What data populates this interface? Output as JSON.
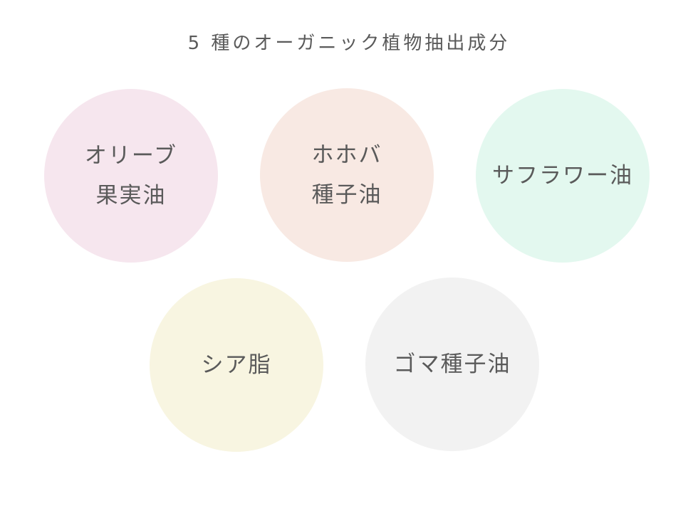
{
  "title": "5 種のオーガニック植物抽出成分",
  "ingredients": [
    {
      "lines": [
        "オリーブ",
        "果実油"
      ],
      "color": "#f6e6ee"
    },
    {
      "lines": [
        "ホホバ",
        "種子油"
      ],
      "color": "#f8e9e3"
    },
    {
      "lines": [
        "サフラワー油"
      ],
      "color": "#e3f8ef"
    },
    {
      "lines": [
        "シア脂"
      ],
      "color": "#f8f5e1"
    },
    {
      "lines": [
        "ゴマ種子油"
      ],
      "color": "#f2f2f2"
    }
  ]
}
